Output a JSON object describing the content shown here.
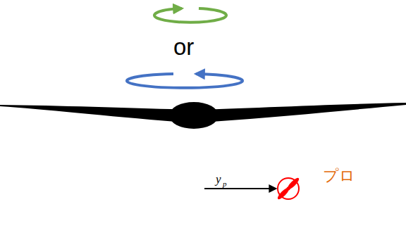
{
  "diagram": {
    "labels": [
      "or",
      "y",
      "p",
      "プロ"
    ]
  }
}
